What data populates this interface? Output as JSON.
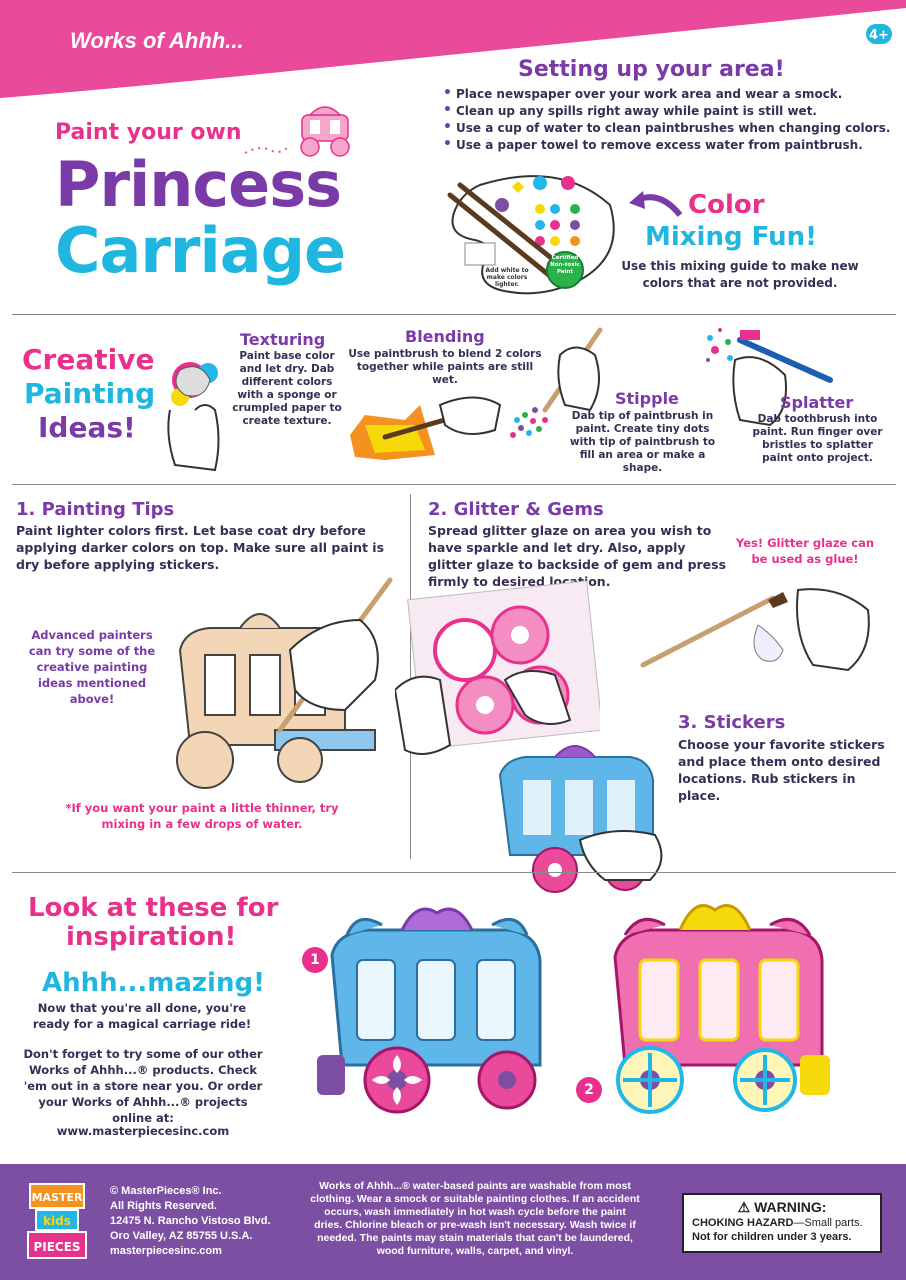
{
  "header": {
    "brand": "Works of Ahhh...",
    "age_badge": "4+",
    "band_color": "#ea4a9a"
  },
  "title": {
    "line1": "Paint your own",
    "line2": "Princess",
    "line3": "Carriage"
  },
  "setup": {
    "title": "Setting up your area!",
    "items": [
      "Place newspaper over your work area and wear a smock.",
      "Clean up any spills right away while paint is still wet.",
      "Use a cup of water to clean paintbrushes when changing colors.",
      "Use a paper towel to remove excess water from paintbrush."
    ]
  },
  "palette": {
    "add_white": "Add white to make colors lighter.",
    "certified": "Certified Non-toxic Paint"
  },
  "color_mixing": {
    "title1": "Color",
    "title2": "Mixing Fun!",
    "text": "Use this mixing guide to make new colors that are not provided."
  },
  "creative": {
    "line1": "Creative",
    "line2": "Painting",
    "line3": "Ideas!",
    "texturing": {
      "title": "Texturing",
      "text": "Paint base color and let dry. Dab different colors with a sponge or crumpled paper to create texture."
    },
    "blending": {
      "title": "Blending",
      "text": "Use paintbrush to blend 2 colors together while paints are still wet."
    },
    "stipple": {
      "title": "Stipple",
      "text": "Dab tip of paintbrush in paint. Create tiny dots with tip of paintbrush to fill an area or make a shape."
    },
    "splatter": {
      "title": "Splatter",
      "text": "Dab toothbrush into paint. Run finger over bristles to splatter paint onto project."
    }
  },
  "painting_tips": {
    "title": "1. Painting Tips",
    "text": "Paint lighter colors first. Let base coat dry before applying darker colors on top. Make sure all paint is dry before applying stickers.",
    "advanced_note": "Advanced painters can try some of the creative painting ideas mentioned above!",
    "thinner_note": "*If you want your paint a little thinner, try mixing in a few drops of water."
  },
  "glitter": {
    "title": "2. Glitter & Gems",
    "text": "Spread glitter glaze on area you wish to have sparkle and let dry. Also, apply glitter glaze to backside of gem and press firmly to desired location.",
    "note": "Yes! Glitter glaze can be used as glue!"
  },
  "stickers": {
    "title": "3. Stickers",
    "text": "Choose your favorite stickers and place them onto desired locations. Rub stickers in place."
  },
  "inspiration": {
    "line1": "Look at these for",
    "line2": "inspiration!",
    "amazing": "Ahhh...mazing!",
    "done_text": "Now that you're all done, you're ready for a magical carriage ride!",
    "other_text": "Don't forget to try some of our other Works of Ahhh...® products. Check 'em out in a store near you. Or order your Works of Ahhh...® projects online at:",
    "url": "www.masterpiecesinc.com",
    "badge1": "1",
    "badge2": "2"
  },
  "footer": {
    "logo_lines": [
      "MASTER",
      "kids",
      "PIECES"
    ],
    "company": [
      "© MasterPieces® Inc.",
      "All Rights Reserved.",
      "12475 N. Rancho Vistoso Blvd.",
      "Oro Valley, AZ 85755 U.S.A.",
      "masterpiecesinc.com"
    ],
    "washable": "Works of Ahhh...® water-based paints are washable from most clothing. Wear a smock or suitable painting clothes. If an accident occurs, wash immediately in hot wash cycle before the paint dries. Chlorine bleach or pre-wash isn't necessary. Wash twice if needed. The paints may stain materials that can't be laundered, wood furniture, walls, carpet, and vinyl.",
    "warning_title": "WARNING:",
    "warning_hazard": "CHOKING HAZARD",
    "warning_small": "—Small parts.",
    "warning_age": "Not for children under 3 years."
  }
}
